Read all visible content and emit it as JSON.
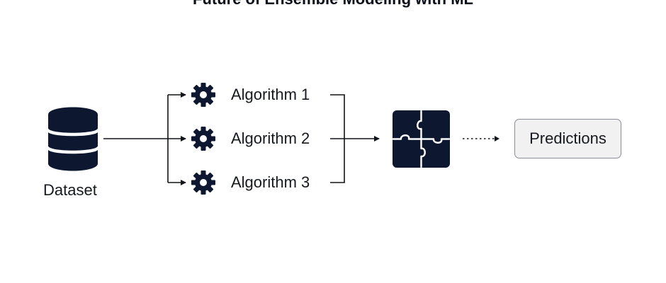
{
  "title": "Future of Ensemble Modeling with ML",
  "nodes": {
    "dataset": {
      "label": "Dataset",
      "icon": "database-icon"
    },
    "algorithms": [
      {
        "label": "Algorithm 1",
        "icon": "gear-icon"
      },
      {
        "label": "Algorithm 2",
        "icon": "gear-icon"
      },
      {
        "label": "Algorithm 3",
        "icon": "gear-icon"
      }
    ],
    "ensemble": {
      "icon": "puzzle-icon"
    },
    "output": {
      "label": "Predictions"
    }
  },
  "colors": {
    "icon": "#0d1730",
    "line": "#111418",
    "box_fill": "#f1f1f1",
    "box_border": "#8a8d93"
  }
}
